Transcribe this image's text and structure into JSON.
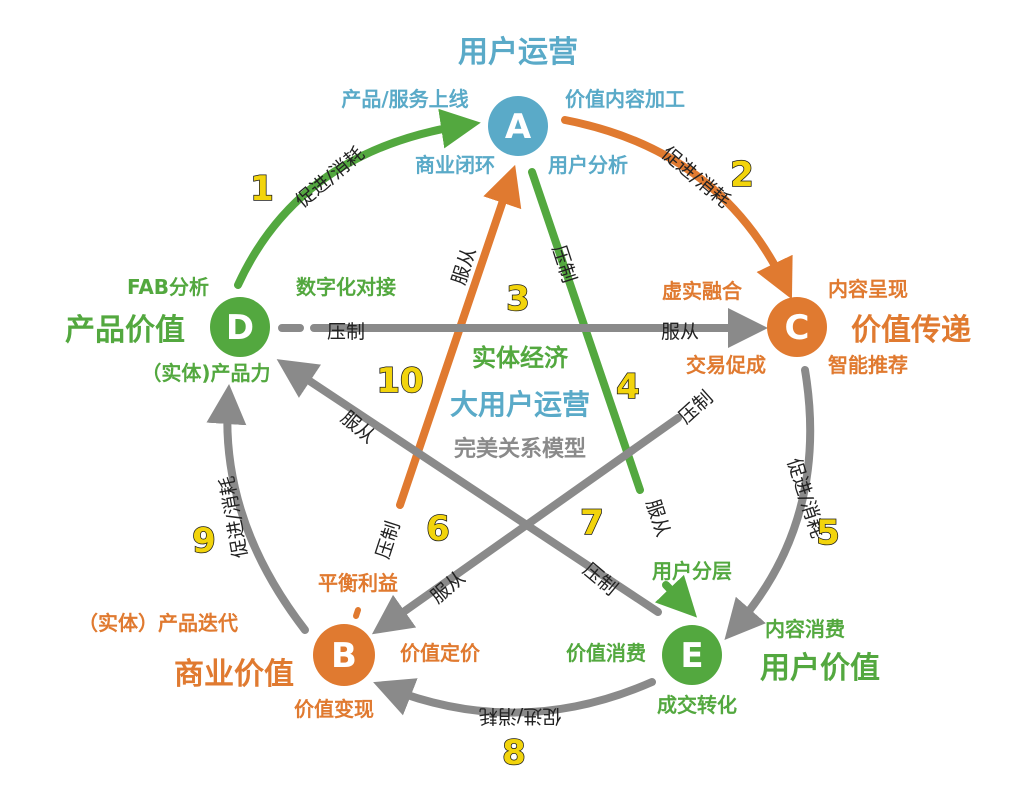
{
  "colors": {
    "blue": "#5aaac8",
    "orange": "#e07a30",
    "green": "#53a83f",
    "gray": "#8a8a8a",
    "yellow": "#f2d40c",
    "text_dark": "#222222",
    "node_text": "#ffffff"
  },
  "center": {
    "line1": "实体经济",
    "line2": "大用户运营",
    "line3": "完美关系模型"
  },
  "nodes": {
    "A": {
      "letter": "A",
      "title": "用户运营",
      "label_left": "产品/服务上线",
      "label_right": "价值内容加工",
      "label_bottom_left": "商业闭环",
      "label_bottom_right": "用户分析"
    },
    "B": {
      "letter": "B",
      "title": "商业价值",
      "label_top": "（实体）产品迭代",
      "label_right": "价值定价",
      "label_bottom": "价值变现",
      "label_upper": "平衡利益"
    },
    "C": {
      "letter": "C",
      "title": "价值传递",
      "label_top": "内容呈现",
      "label_left_top": "虚实融合",
      "label_left_bottom": "交易促成",
      "label_bottom": "智能推荐"
    },
    "D": {
      "letter": "D",
      "title": "产品价值",
      "label_top": "FAB分析",
      "label_right": "数字化对接",
      "label_bottom": "（实体)产品力"
    },
    "E": {
      "letter": "E",
      "title": "用户价值",
      "label_top": "用户分层",
      "label_top_right": "内容消费",
      "label_left": "价值消费",
      "label_bottom": "成交转化"
    }
  },
  "relations": {
    "r1": {
      "num": "1",
      "label": "促进/消耗"
    },
    "r2": {
      "num": "2",
      "label": "促进/消耗"
    },
    "r3": {
      "num": "3",
      "label_a": "服从",
      "label_b": "压制"
    },
    "r4": {
      "num": "4",
      "label_a": "压制",
      "label_b": "服从"
    },
    "r5": {
      "num": "5",
      "label": "促进/消耗"
    },
    "r6": {
      "num": "6",
      "label_a": "压制",
      "label_b": "服从"
    },
    "r7": {
      "num": "7",
      "label_a": "服从",
      "label_b": "压制"
    },
    "r8": {
      "num": "8",
      "label": "促进/消耗"
    },
    "r9": {
      "num": "9",
      "label": "促进/消耗"
    },
    "r10": {
      "num": "10",
      "label_a": "压制",
      "label_b": "服从"
    }
  }
}
